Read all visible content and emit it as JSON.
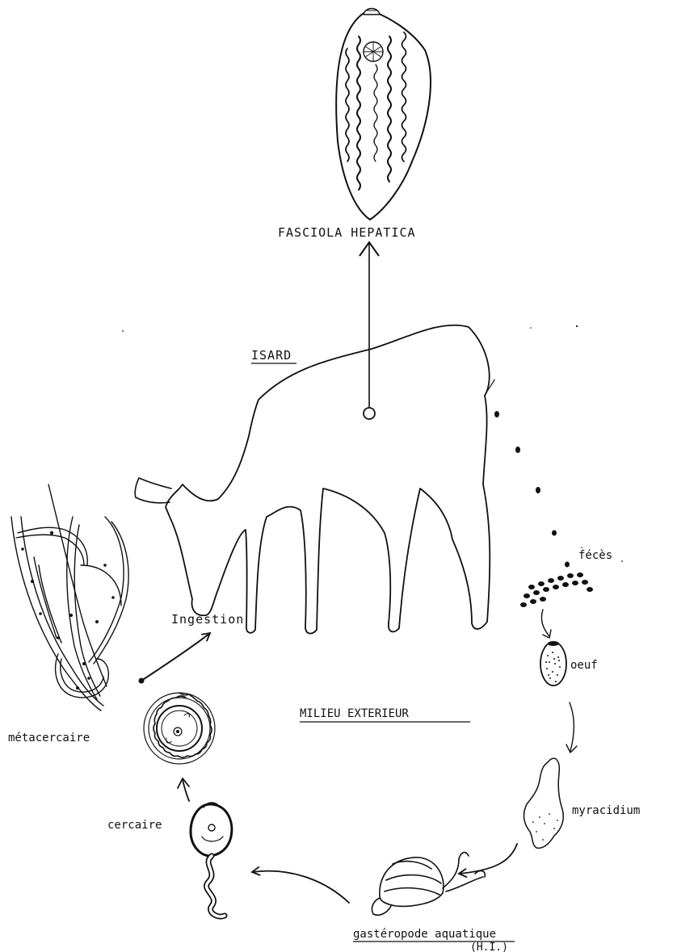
{
  "labels": {
    "fasciola": "FASCIOLA HEPATICA",
    "isard": "ISARD",
    "ingestion": "Ingestion",
    "feces": "fécès",
    "oeuf": "oeuf",
    "milieu": "MILIEU EXTERIEUR",
    "metacercaire": "métacercaire",
    "myracidium": "myracidium",
    "cercaire": "cercaire",
    "gasteropode": "gastéropode aquatique",
    "hi": "(H.I.)"
  },
  "colors": {
    "ink": "#111111",
    "background": "#ffffff"
  }
}
